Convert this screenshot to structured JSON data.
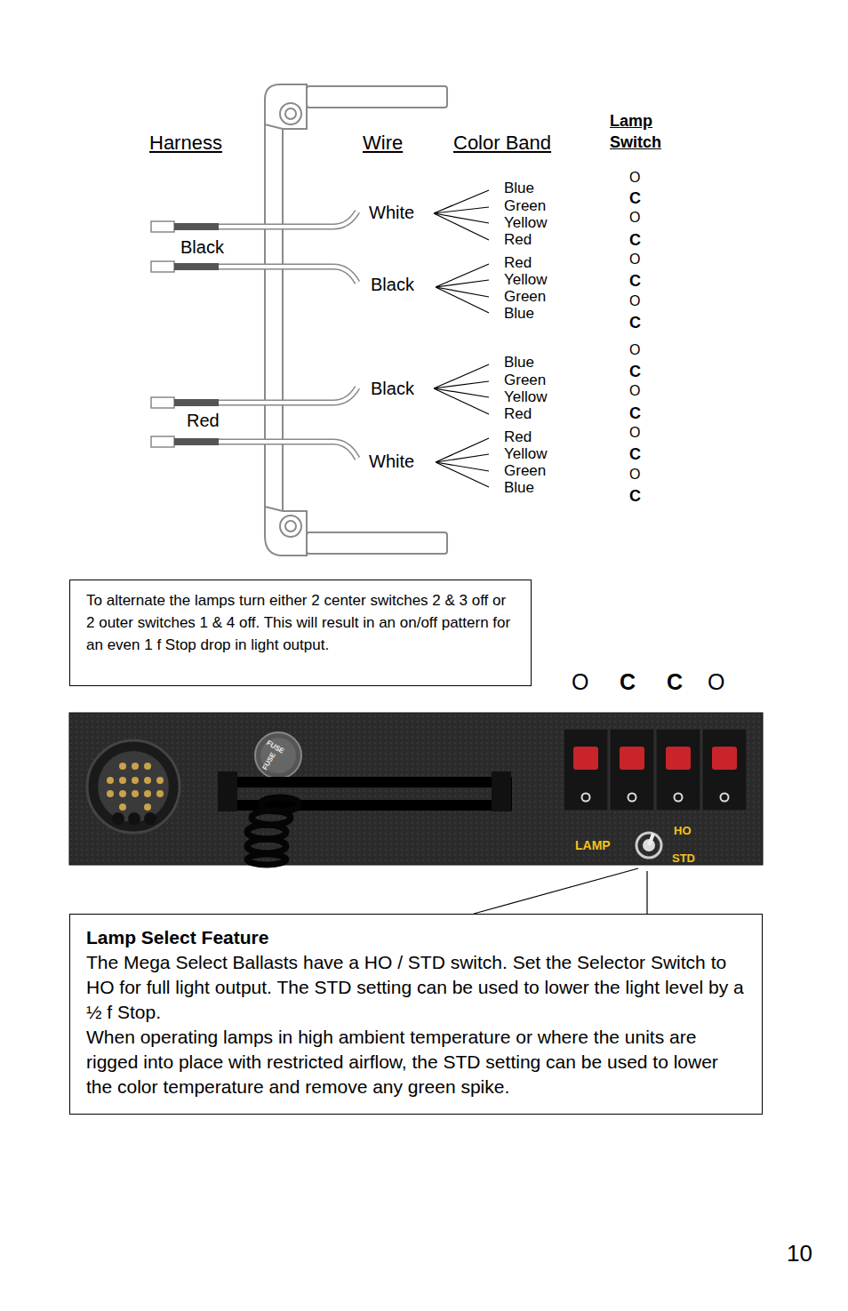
{
  "diagram": {
    "nodes": [
      {
        "text": [
          "To alternate the lamps turn either 2 center switches 2 & 3 off or 2 outer switches 1 & 4 off. This will result in an on/off pattern for an even 1 f Stop drop in light output."
        ]
      },
      {
        "text": [
          "Lamp Select Feature",
          "The Mega Select Ballasts have a HO / STD switch. Set the Selector Switch to HO for full light output. The STD setting can be used to lower the light level by a ½ f Stop.",
          "When operating lamps in high ambient temperature or where the units are rigged into place with restricted airflow, the STD setting can be used to lower the color temperature and remove any green spike."
        ]
      }
    ],
    "edges": [],
    "labels": [
      "Harness",
      "Wire",
      "Color Band",
      "Lamp Switch",
      "Black",
      "White",
      "Blue",
      "Green",
      "Yellow",
      "Red",
      "Black",
      "Red",
      "Yellow",
      "Green",
      "Blue",
      "Red",
      "Black",
      "Blue",
      "Green",
      "Yellow",
      "Red",
      "White",
      "Red",
      "Yellow",
      "Green",
      "Blue",
      "O",
      "C",
      "O",
      "C",
      "O",
      "C",
      "O",
      "C",
      "O",
      "C",
      "O",
      "C",
      "O",
      "C",
      "O",
      "C",
      "O",
      "C",
      "C",
      "O",
      "FUSE",
      "FUSE",
      "LAMP",
      "HO",
      "STD",
      "10"
    ]
  }
}
